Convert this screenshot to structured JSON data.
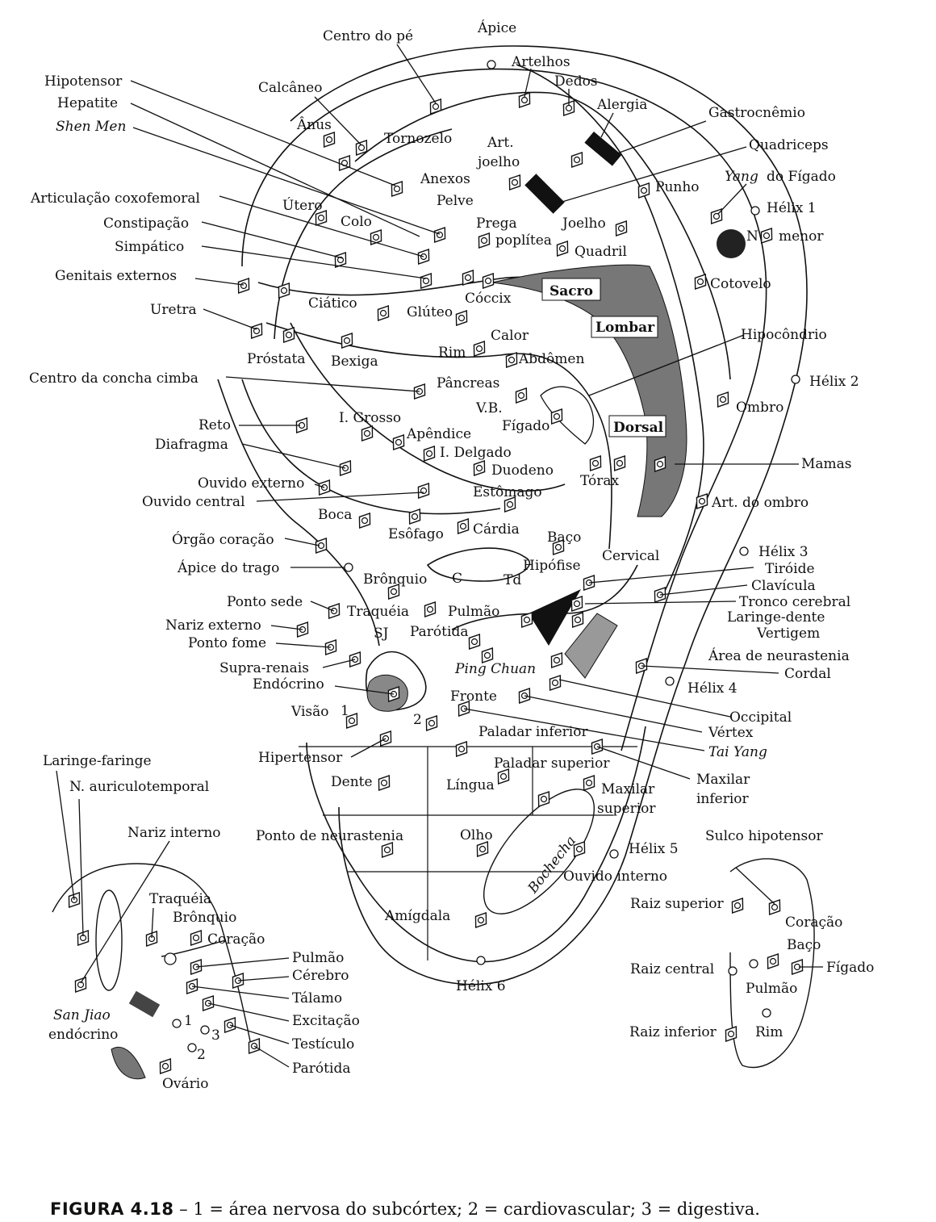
{
  "labels": {
    "apice": "Ápice",
    "centro_pe": "Centro do pé",
    "artelhos": "Artelhos",
    "dedos": "Dedos",
    "alergia": "Alergia",
    "gastrocnemio": "Gastrocnêmio",
    "quadriceps": "Quadriceps",
    "yang_figado_a": "Yang",
    "yang_figado_b": "do Fígado",
    "helix1": "Hélix 1",
    "n_menor": "menor",
    "n_menor_n": "N",
    "hipotensor": "Hipotensor",
    "hepatite": "Hepatite",
    "shen_men": "Shen Men",
    "calcaneo": "Calcâneo",
    "anus": "Ânus",
    "tornozelo": "Tornozelo",
    "art": "Art.",
    "joelho_top": "joelho",
    "punho": "Punho",
    "anexos": "Anexos",
    "pelve": "Pelve",
    "articulacao": "Articulação coxofemoral",
    "utero": "Útero",
    "colo": "Colo",
    "prega": "Prega",
    "poplitea": "poplítea",
    "joelho": "Joelho",
    "quadril": "Quadril",
    "constipacao": "Constipação",
    "simpatico": "Simpático",
    "genitais": "Genitais externos",
    "cotovelo": "Cotovelo",
    "sacro": "Sacro",
    "coccix": "Cóccix",
    "ciatico": "Ciático",
    "gluteo": "Glúteo",
    "lombar": "Lombar",
    "uretra": "Uretra",
    "calor": "Calor",
    "hipocondrio": "Hipocôndrio",
    "prostata": "Próstata",
    "bexiga": "Bexiga",
    "rim": "Rim",
    "abdomen": "Abdômen",
    "centro_concha": "Centro da concha cimba",
    "pancreas": "Pâncreas",
    "helix2": "Hélix 2",
    "vb": "V.B.",
    "ombro": "Ombro",
    "figado": "Fígado",
    "reto": "Reto",
    "i_grosso": "I. Grosso",
    "dorsal": "Dorsal",
    "apendice": "Apêndice",
    "diafragma": "Diafragma",
    "i_delgado": "I. Delgado",
    "duodeno": "Duodeno",
    "mamas": "Mamas",
    "torax": "Tórax",
    "ouvido_externo": "Ouvido externo",
    "estomago": "Estômago",
    "ouvido_central": "Ouvido central",
    "art_ombro": "Art. do ombro",
    "boca": "Boca",
    "esofago": "Esôfago",
    "cardia": "Cárdia",
    "orgao_coracao": "Órgão coração",
    "baco": "Baço",
    "apice_trago": "Ápice do trago",
    "cervical": "Cervical",
    "helix3": "Hélix 3",
    "hipofise": "Hipófise",
    "tiroide": "Tiróide",
    "bronquio": "Brônquio",
    "c": "C",
    "td": "Td",
    "clavicula": "Clavícula",
    "ponto_sede": "Ponto sede",
    "tronco_cerebral": "Tronco cerebral",
    "traqueia": "Traquéia",
    "pulmao": "Pulmão",
    "laringe_dente": "Laringe-dente",
    "nariz_externo": "Nariz externo",
    "sj": "SJ",
    "parotida": "Parótida",
    "vertigem": "Vertigem",
    "ponto_fome": "Ponto fome",
    "area_neurastenia": "Área de neurastenia",
    "supra_renais": "Supra-renais",
    "ping_chuan": "Ping Chuan",
    "cordal": "Cordal",
    "endocrino": "Endócrino",
    "helix4": "Hélix 4",
    "fronte": "Fronte",
    "visao": "Visão",
    "occipital": "Occipital",
    "num1": "1",
    "num2": "2",
    "num3": "3",
    "vertex": "Vértex",
    "paladar_inferior": "Paladar inferior",
    "hipertensor": "Hipertensor",
    "tai_yang": "Tai Yang",
    "laringe_faringe": "Laringe-faringe",
    "paladar_superior": "Paladar superior",
    "dente": "Dente",
    "lingua": "Língua",
    "maxilar_sup_a": "Maxilar",
    "maxilar_sup_b": "superior",
    "maxilar_inf_a": "Maxilar",
    "maxilar_inf_b": "inferior",
    "n_auriculotemporal": "N. auriculotemporal",
    "nariz_interno": "Nariz interno",
    "sulco_hipotensor": "Sulco hipotensor",
    "ponto_neurastenia": "Ponto de neurastenia",
    "olho": "Olho",
    "bochecha": "Bochecha",
    "helix5": "Hélix 5",
    "ouvido_interno": "Ouvido interno",
    "raiz_superior": "Raiz superior",
    "coracao_r": "Coração",
    "traqueia_b": "Traquéia",
    "bronquio_b": "Brônquio",
    "amigdala": "Amígdala",
    "coracao_b": "Coração",
    "baco_r": "Baço",
    "pulmao_b": "Pulmão",
    "cerebro": "Cérebro",
    "raiz_central": "Raiz central",
    "figado_r": "Fígado",
    "helix6": "Hélix 6",
    "pulmao_r": "Pulmão",
    "talamo": "Tálamo",
    "san_jiao": "San Jiao",
    "endocrino_b": "endócrino",
    "excitacao": "Excitação",
    "testiculo": "Testículo",
    "raiz_inferior": "Raiz inferior",
    "rim_r": "Rim",
    "parotida_b": "Parótida",
    "ovario": "Ovário"
  },
  "caption": {
    "figure": "FIGURA 4.18",
    "text": " – 1 = área nervosa do subcórtex; 2 = cardiovascular; 3 = digestiva."
  }
}
